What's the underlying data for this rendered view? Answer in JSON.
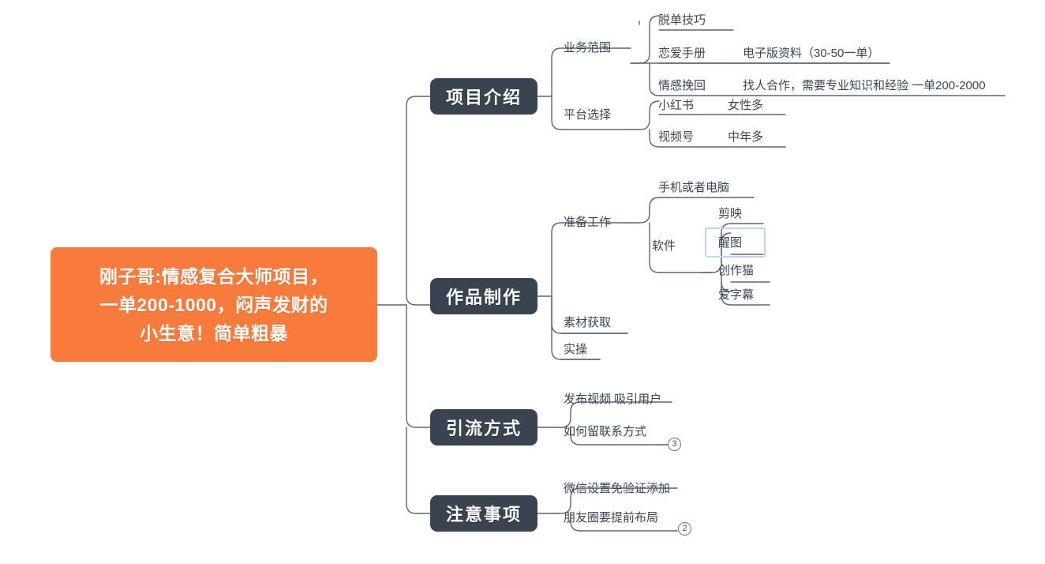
{
  "app": {
    "background_color": "#ffffff",
    "root_color": "#F97B3C",
    "node_color": "#3A4450",
    "line_color": "#5A6673",
    "selection_color": "#bcd6f2"
  },
  "root": {
    "line1": "刚子哥:情感复合大师项目，",
    "line2": "一单200-1000，闷声发财的",
    "line3": "小生意！简单粗暴"
  },
  "branches": [
    {
      "label": "项目介绍",
      "children": [
        {
          "label": "业务范围",
          "children": [
            {
              "label": "脱单技巧",
              "detail": ""
            },
            {
              "label": "恋爱手册",
              "detail": "电子版资料（30-50一单）"
            },
            {
              "label": "情感挽回",
              "detail": "找人合作，需要专业知识和经验 一单200-2000"
            }
          ]
        },
        {
          "label": "平台选择",
          "children": [
            {
              "label": "小红书",
              "detail": "女性多"
            },
            {
              "label": "视频号",
              "detail": "中年多"
            }
          ]
        }
      ]
    },
    {
      "label": "作品制作",
      "children": [
        {
          "label": "准备工作",
          "children": [
            {
              "label": "手机或者电脑",
              "detail": ""
            },
            {
              "label": "软件",
              "detail": "",
              "children": [
                {
                  "label": "剪映",
                  "selected": false
                },
                {
                  "label": "醒图",
                  "selected": true
                },
                {
                  "label": "创作猫",
                  "selected": false
                },
                {
                  "label": "爱字幕",
                  "selected": false
                }
              ]
            }
          ]
        },
        {
          "label": "素材获取",
          "children": []
        },
        {
          "label": "实操",
          "children": []
        }
      ]
    },
    {
      "label": "引流方式",
      "children": [
        {
          "label": "发布视频 吸引用户",
          "badge": ""
        },
        {
          "label": "如何留联系方式",
          "badge": "3"
        }
      ]
    },
    {
      "label": "注意事项",
      "children": [
        {
          "label": "微信设置免验证添加",
          "badge": ""
        },
        {
          "label": "朋友圈要提前布局",
          "badge": "2"
        }
      ]
    }
  ],
  "badges": {
    "liuliang": "3",
    "zhuyi": "2"
  }
}
